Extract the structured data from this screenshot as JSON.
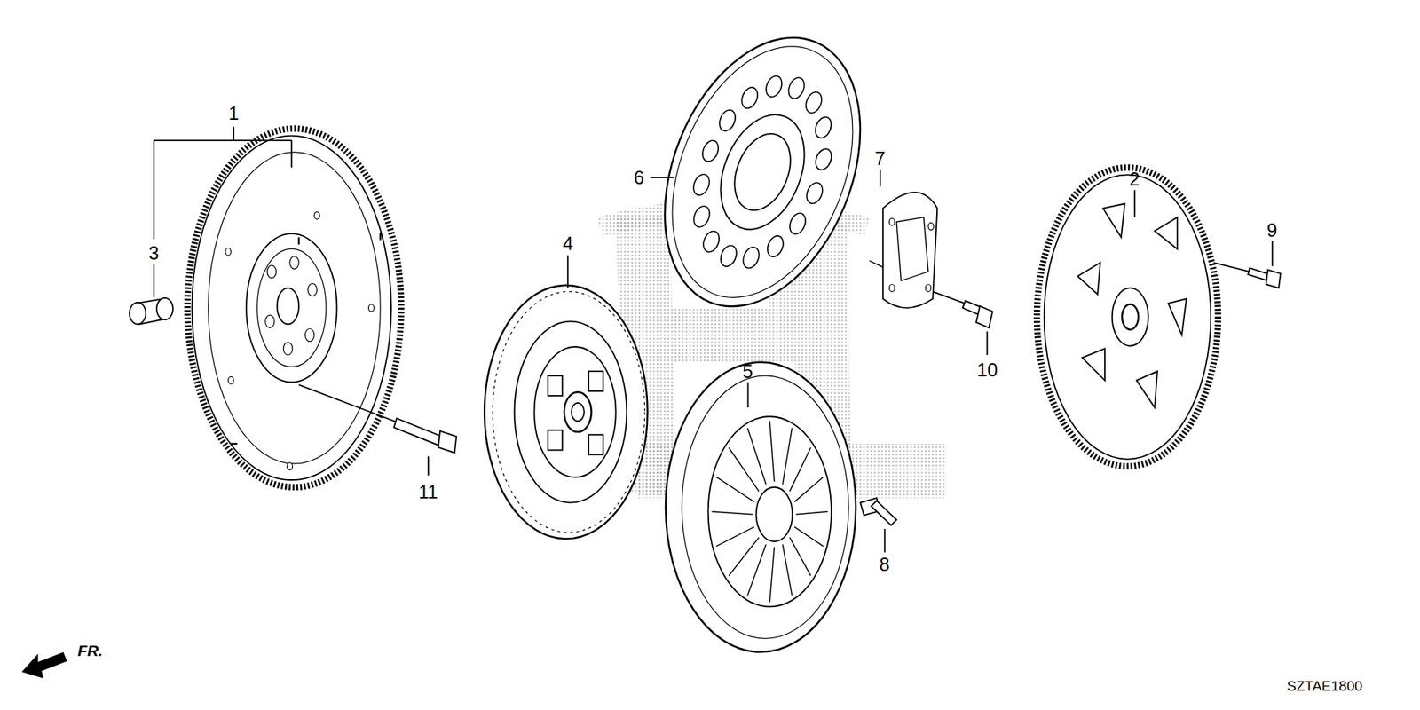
{
  "diagram": {
    "labels": [
      "1",
      "3",
      "2",
      "9",
      "6",
      "7",
      "4",
      "5",
      "10",
      "11",
      "8",
      "FR.",
      "SZTAE1800"
    ]
  }
}
